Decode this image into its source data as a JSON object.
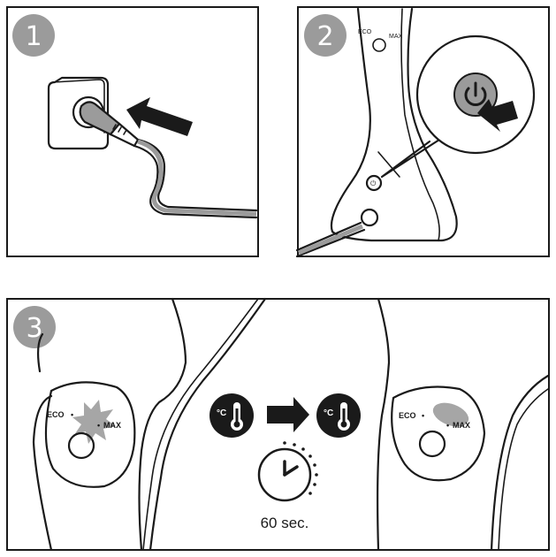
{
  "steps": [
    {
      "number": "1"
    },
    {
      "number": "2"
    },
    {
      "number": "3"
    }
  ],
  "panel2": {
    "eco_label": "ECO",
    "max_label": "MAX"
  },
  "panel3": {
    "left_eco_label": "ECO",
    "left_max_label": "MAX",
    "right_eco_label": "ECO",
    "right_max_label": "MAX",
    "thermo_unit_left": "°C",
    "thermo_unit_right": "°C",
    "timer_label": "60 sec."
  },
  "colors": {
    "step_badge": "#9b9b9b",
    "ink": "#1a1a1a",
    "indicator_grey": "#a6a6a6"
  },
  "icons": [
    "plug-icon",
    "socket-icon",
    "power-button-icon",
    "thermometer-icon",
    "arrow-right-icon",
    "timer-icon"
  ]
}
